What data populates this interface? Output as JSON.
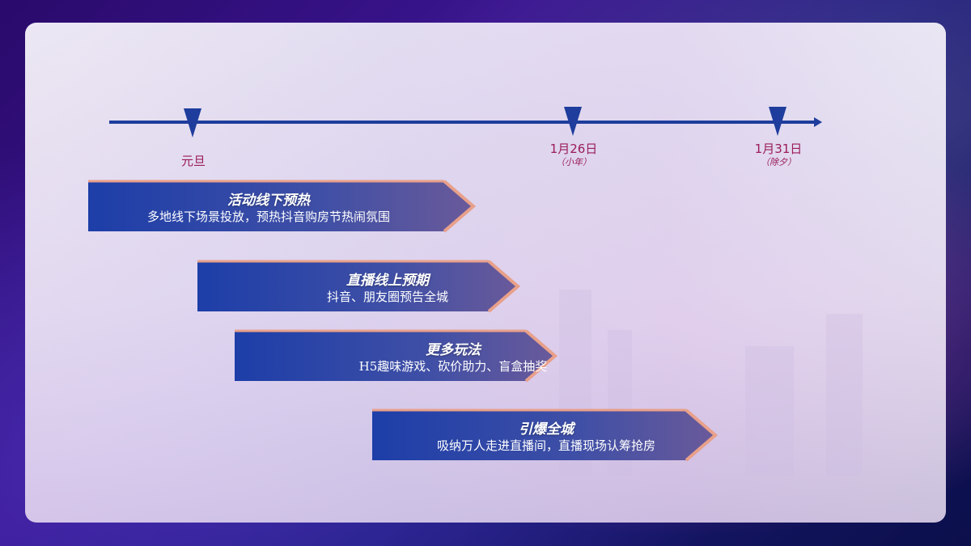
{
  "timeline": {
    "markers": [
      {
        "label": "元旦",
        "sub": ""
      },
      {
        "label": "1月26日",
        "sub": "（小年）"
      },
      {
        "label": "1月31日",
        "sub": "（除夕）"
      }
    ]
  },
  "phases": [
    {
      "title": "活动线下预热",
      "desc": "多地线下场景投放，预热抖音购房节热闹氛围"
    },
    {
      "title": "直播线上预期",
      "desc": "抖音、朋友圈预告全城"
    },
    {
      "title": "更多玩法",
      "desc": "H5趣味游戏、砍价助力、盲盒抽奖"
    },
    {
      "title": "引爆全城",
      "desc": "吸纳万人走进直播间，直播现场认筹抢房"
    }
  ],
  "colors": {
    "axis": "#1e3d9c",
    "banner_start": "#1d3ea8",
    "banner_end": "#6a5a9a",
    "banner_edge": "#e8a08a",
    "label": "#9a1b57"
  }
}
